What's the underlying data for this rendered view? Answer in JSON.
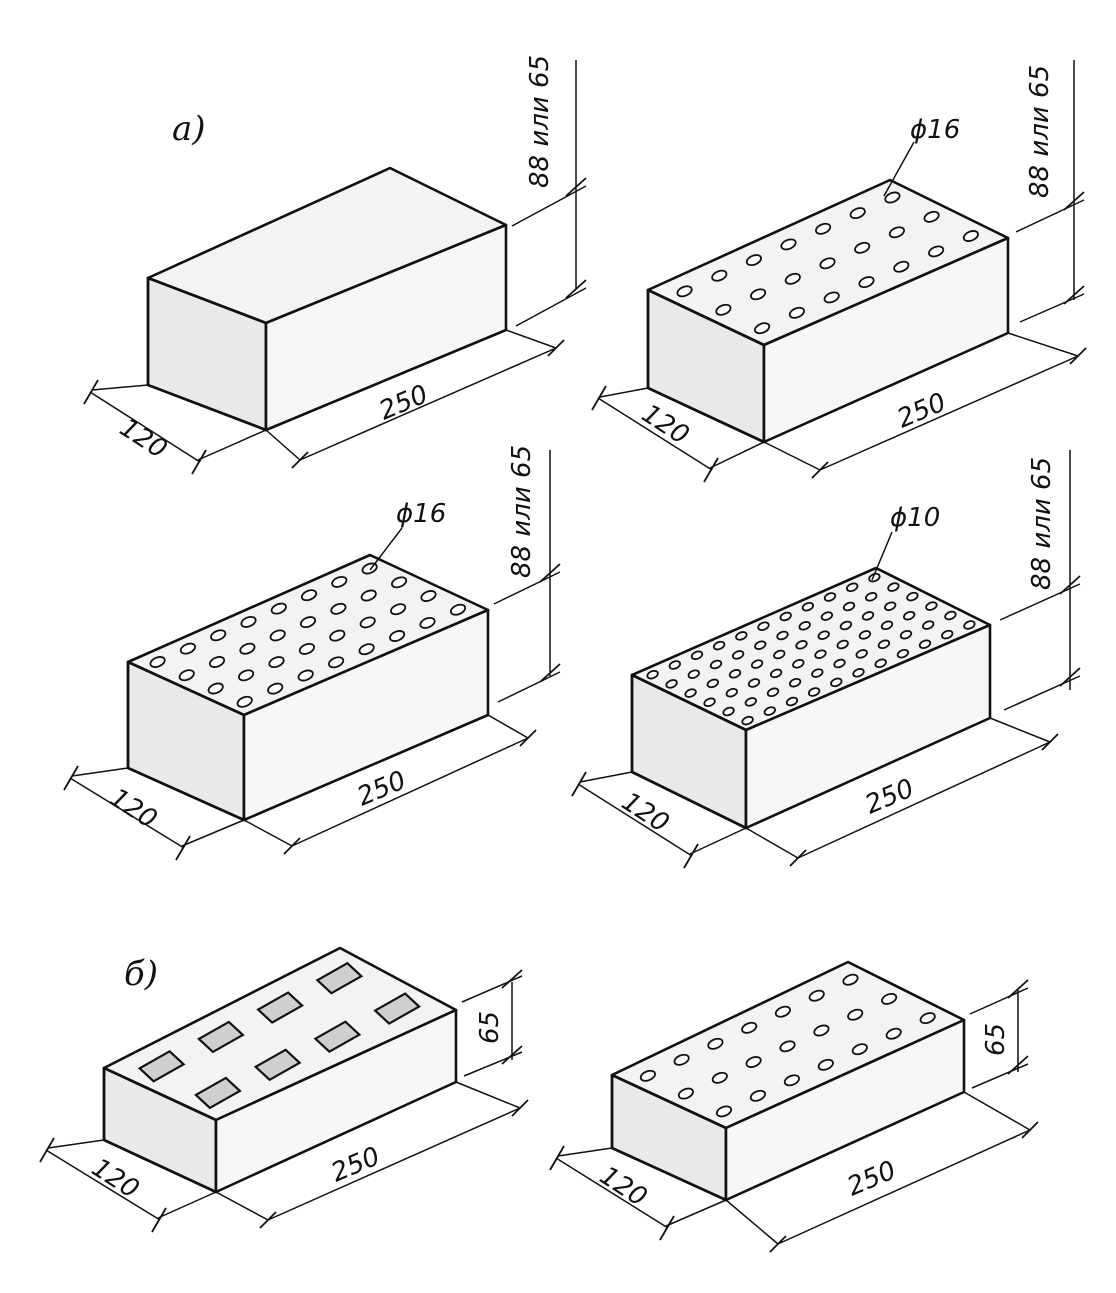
{
  "labels": {
    "group_a": "а)",
    "group_b": "б)"
  },
  "bricks": [
    {
      "id": "solid",
      "length": "250",
      "width": "120",
      "height": "88 или 65",
      "hole": ""
    },
    {
      "id": "perforated-18",
      "length": "250",
      "width": "120",
      "height": "88 или 65",
      "hole": "ϕ16"
    },
    {
      "id": "perforated-32",
      "length": "250",
      "width": "120",
      "height": "88 или 65",
      "hole": "ϕ16"
    },
    {
      "id": "perforated-small",
      "length": "250",
      "width": "120",
      "height": "88 или 65",
      "hole": "ϕ10"
    },
    {
      "id": "slotted-8",
      "length": "250",
      "width": "120",
      "height": "65",
      "hole": ""
    },
    {
      "id": "perforated-b",
      "length": "250",
      "width": "120",
      "height": "65",
      "hole": ""
    }
  ]
}
